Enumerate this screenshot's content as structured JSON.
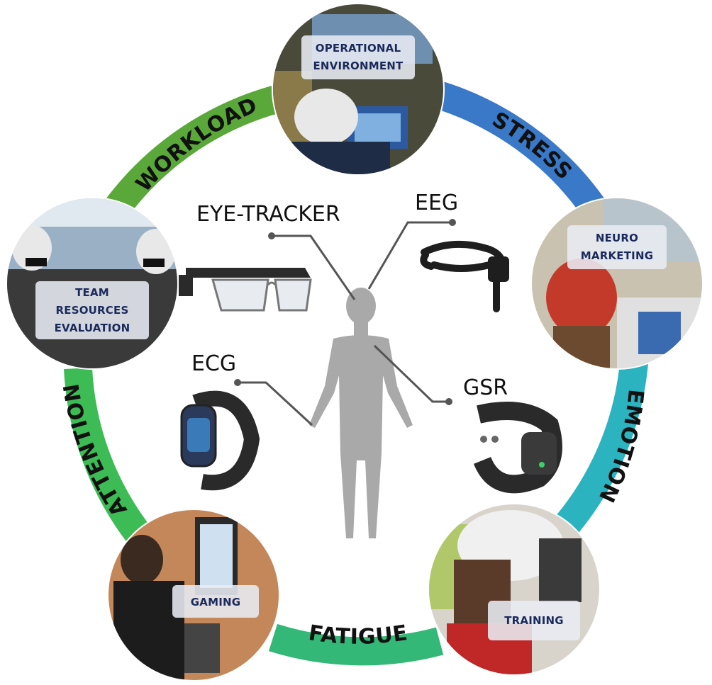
{
  "ring_segments": [
    {
      "id": "stress",
      "label": "STRESS",
      "color": "#3a78c8"
    },
    {
      "id": "emotion",
      "label": "EMOTION",
      "color": "#2bb3c0"
    },
    {
      "id": "fatigue",
      "label": "FATIGUE",
      "color": "#33b877"
    },
    {
      "id": "attention",
      "label": "ATTENTION",
      "color": "#3dbb55"
    },
    {
      "id": "workload",
      "label": "WORKLOAD",
      "color": "#5aa83a"
    }
  ],
  "photo_circles": [
    {
      "id": "operational",
      "label_lines": [
        "OPERATIONAL",
        "ENVIRONMENT"
      ]
    },
    {
      "id": "neuro",
      "label_lines": [
        "NEURO",
        "MARKETING"
      ]
    },
    {
      "id": "training",
      "label_lines": [
        "TRAINING"
      ]
    },
    {
      "id": "gaming",
      "label_lines": [
        "GAMING"
      ]
    },
    {
      "id": "team",
      "label_lines": [
        "TEAM",
        "RESOURCES",
        "EVALUATION"
      ]
    }
  ],
  "sensors": {
    "eye_tracker": "EYE-TRACKER",
    "eeg": "EEG",
    "ecg": "ECG",
    "gsr": "GSR"
  },
  "colors": {
    "body": "#a9a9a9",
    "leader": "#555555",
    "label_box": "#e8ecf2",
    "label_text": "#1a2a5c"
  }
}
